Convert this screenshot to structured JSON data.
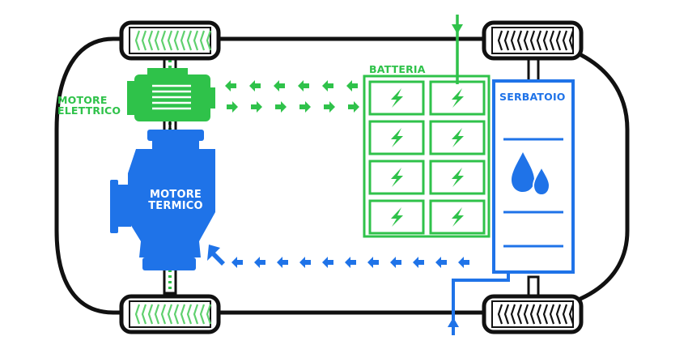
{
  "diagram": {
    "labels": {
      "electric_motor": [
        "MOTORE",
        "ELETTRICO"
      ],
      "thermal_engine": [
        "MOTORE",
        "TERMICO"
      ],
      "battery": "BATTERIA",
      "tank": "SERBATOIO"
    },
    "battery_grid": {
      "rows": 4,
      "cols": 2
    },
    "colors": {
      "outline": "#111111",
      "electric": "#2fc24a",
      "fuel": "#1f73e8",
      "tire_tread_front": "#5fd06e",
      "tire_tread_rear": "#111111",
      "axle": "#2fc24a"
    },
    "icons": [
      "lightning-bolt-icon",
      "water-drops-icon",
      "arrow-left-icon",
      "arrow-right-icon",
      "arrow-down-icon",
      "arrow-up-icon"
    ]
  }
}
